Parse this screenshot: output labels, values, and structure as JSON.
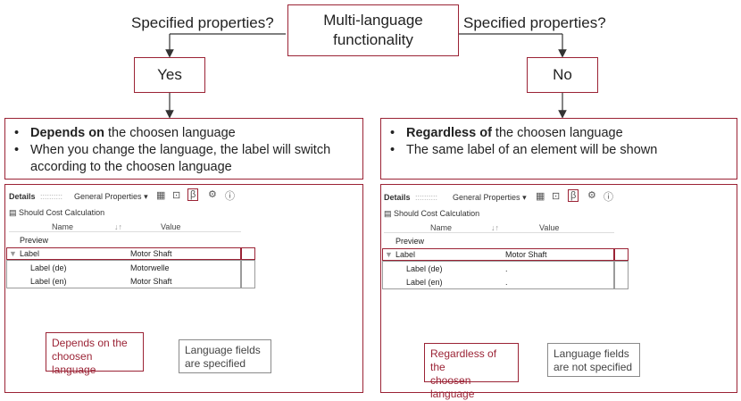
{
  "top": {
    "center_title_line1": "Multi-language",
    "center_title_line2": "functionality",
    "question_left": "Specified properties?",
    "question_right": "Specified properties?",
    "yes_label": "Yes",
    "no_label": "No"
  },
  "left": {
    "bullet1_bold": "Depends on",
    "bullet1_rest": " the choosen language",
    "bullet2_line1": "When you change the language, the label will switch",
    "bullet2_line2": "according to the choosen language",
    "panel": {
      "details_label": "Details",
      "dropdown_label": "General Properties",
      "subheader": "Should Cost Calculation",
      "col_name": "Name",
      "col_value": "Value",
      "rows": [
        {
          "name": "Preview",
          "value": ""
        },
        {
          "name": "Label",
          "value": "Motor Shaft"
        },
        {
          "name": "Label (de)",
          "value": "Motorwelle"
        },
        {
          "name": "Label (en)",
          "value": "Motor Shaft"
        }
      ]
    },
    "callout_red_line1": "Depends on the",
    "callout_red_line2": "choosen language",
    "callout_gray_line1": "Language fields",
    "callout_gray_line2": "are specified"
  },
  "right": {
    "bullet1_bold": "Regardless of",
    "bullet1_rest": " the choosen language",
    "bullet2_line1": "The same label of an element will be shown",
    "panel": {
      "details_label": "Details",
      "dropdown_label": "General Properties",
      "subheader": "Should Cost Calculation",
      "col_name": "Name",
      "col_value": "Value",
      "rows": [
        {
          "name": "Preview",
          "value": ""
        },
        {
          "name": "Label",
          "value": "Motor Shaft"
        },
        {
          "name": "Label (de)",
          "value": "."
        },
        {
          "name": "Label (en)",
          "value": "."
        }
      ]
    },
    "callout_red_line1": "Regardless of the",
    "callout_red_line2": "choosen language",
    "callout_gray_line1": "Language fields",
    "callout_gray_line2": "are not specified"
  },
  "colors": {
    "accent": "#9b2335",
    "gray": "#8a8a8a",
    "selection": "#9b2335"
  }
}
